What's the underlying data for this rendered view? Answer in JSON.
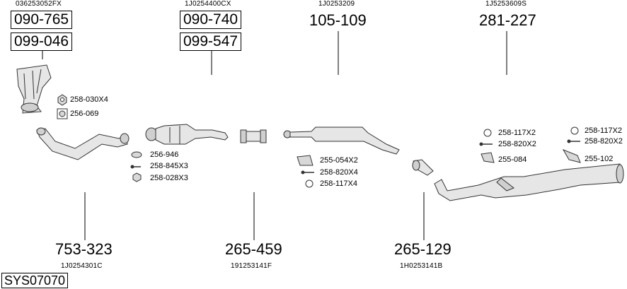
{
  "diagram": {
    "system_code": "SYS07070",
    "groups": [
      {
        "oem_code": "036253052FX",
        "part_numbers": [
          "090-765",
          "099-046"
        ],
        "accessories": [
          {
            "icon": "hex-nut-icon",
            "label": "258-030X4"
          },
          {
            "icon": "gasket-square-icon",
            "label": "256-069"
          }
        ]
      },
      {
        "oem_code": "1J0254400CX",
        "part_numbers": [
          "090-740",
          "099-547"
        ]
      },
      {
        "oem_code": "1J0253209",
        "part_numbers": [
          "105-109"
        ],
        "accessories": [
          {
            "icon": "rubber-hanger-icon",
            "label": "255-054X2"
          },
          {
            "icon": "bolt-icon",
            "label": "258-820X4"
          },
          {
            "icon": "ring-icon",
            "label": "258-117X4"
          }
        ]
      },
      {
        "oem_code": "1J5253609S",
        "part_numbers": [
          "281-227"
        ],
        "accessories": [
          {
            "icon": "ring-icon",
            "label": "258-117X2"
          },
          {
            "icon": "bolt-icon",
            "label": "258-820X2"
          },
          {
            "icon": "rubber-hanger-icon",
            "label": "255-084"
          },
          {
            "icon": "ring-icon",
            "label": "258-117X2"
          },
          {
            "icon": "bolt-icon",
            "label": "258-820X2"
          },
          {
            "icon": "rubber-hanger-icon",
            "label": "255-102"
          }
        ]
      },
      {
        "oem_code": "1J0254301C",
        "part_numbers": [
          "753-323"
        ],
        "accessories": [
          {
            "icon": "ring-gasket-icon",
            "label": "256-946"
          },
          {
            "icon": "bolt-icon",
            "label": "258-845X3"
          },
          {
            "icon": "hex-nut-icon",
            "label": "258-028X3"
          }
        ]
      },
      {
        "oem_code": "191253141F",
        "part_numbers": [
          "265-459"
        ]
      },
      {
        "oem_code": "1H0253141B",
        "part_numbers": [
          "265-129"
        ]
      }
    ]
  }
}
